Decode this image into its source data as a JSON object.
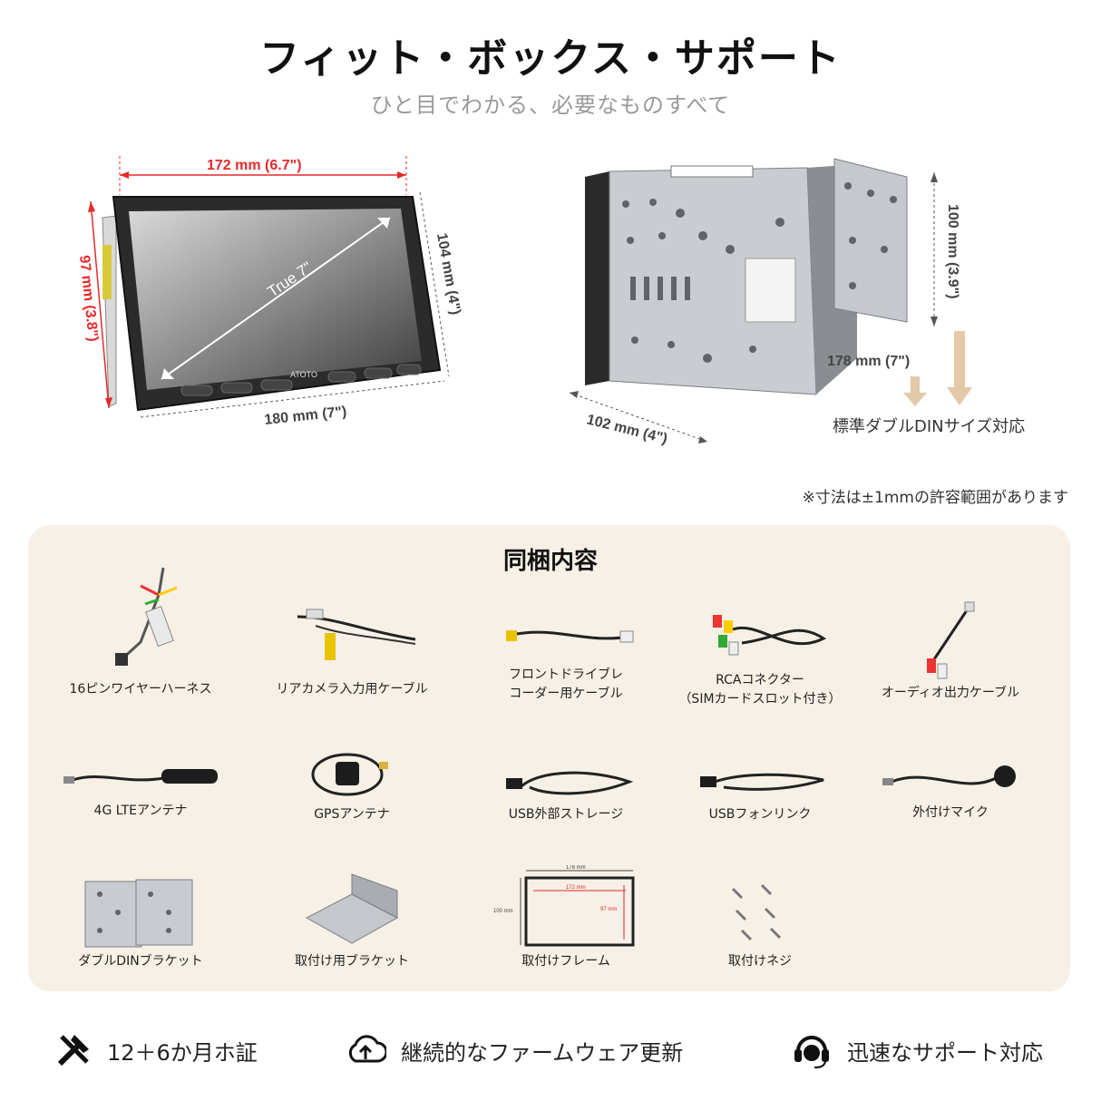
{
  "header": {
    "title": "フィット・ボックス・サポート",
    "subtitle": "ひと目でわかる、必要なものすべて"
  },
  "dimensions": {
    "front": {
      "width_top": "172 mm (6.7\")",
      "height_left": "97 mm (3.8\")",
      "height_right": "104 mm (4\")",
      "width_bottom": "180 mm (7\")",
      "diagonal": "True 7\"",
      "brand": "ATOTO"
    },
    "chassis": {
      "height": "100 mm (3.9\")",
      "depth": "178 mm (7\")",
      "width": "102 mm (4\")",
      "din_note": "標準ダブルDINサイズ対応"
    },
    "tolerance_note": "※寸法は±1mmの許容範囲があります"
  },
  "box": {
    "title": "同梱内容",
    "items": [
      {
        "label": "16ピンワイヤーハーネス",
        "icon": "wire-harness-icon"
      },
      {
        "label": "リアカメラ入力用ケーブル",
        "icon": "camera-cable-icon"
      },
      {
        "label": "フロントドライブレ\nコーダー用ケーブル",
        "icon": "dashcam-cable-icon"
      },
      {
        "label": "RCAコネクター\n（SIMカードスロット付き）",
        "icon": "rca-connector-icon"
      },
      {
        "label": "オーディオ出力ケーブル",
        "icon": "audio-cable-icon"
      },
      {
        "label": "4G LTEアンテナ",
        "icon": "lte-antenna-icon"
      },
      {
        "label": "GPSアンテナ",
        "icon": "gps-antenna-icon"
      },
      {
        "label": "USB外部ストレージ",
        "icon": "usb-storage-cable-icon"
      },
      {
        "label": "USBフォンリンク",
        "icon": "usb-phonelink-cable-icon"
      },
      {
        "label": "外付けマイク",
        "icon": "microphone-icon"
      },
      {
        "label": "ダブルDINブラケット",
        "icon": "din-bracket-icon"
      },
      {
        "label": "取付け用ブラケット",
        "icon": "mount-bracket-icon"
      },
      {
        "label": "取付けフレーム",
        "icon": "frame-icon"
      },
      {
        "label": "取付けネジ",
        "icon": "screws-icon"
      }
    ],
    "frame_dims": {
      "outer_w": "178 mm",
      "inner_w": "172 mm",
      "outer_h": "100 mm",
      "inner_h": "97 mm"
    }
  },
  "footer": {
    "warranty": "12＋6か月ホ証",
    "firmware": "継続的なファームウェア更新",
    "support": "迅速なサポート対応"
  },
  "colors": {
    "accent_red": "#e8292b",
    "panel_bg": "#f6f0e6",
    "arrow_tan": "#e3c9a8"
  }
}
